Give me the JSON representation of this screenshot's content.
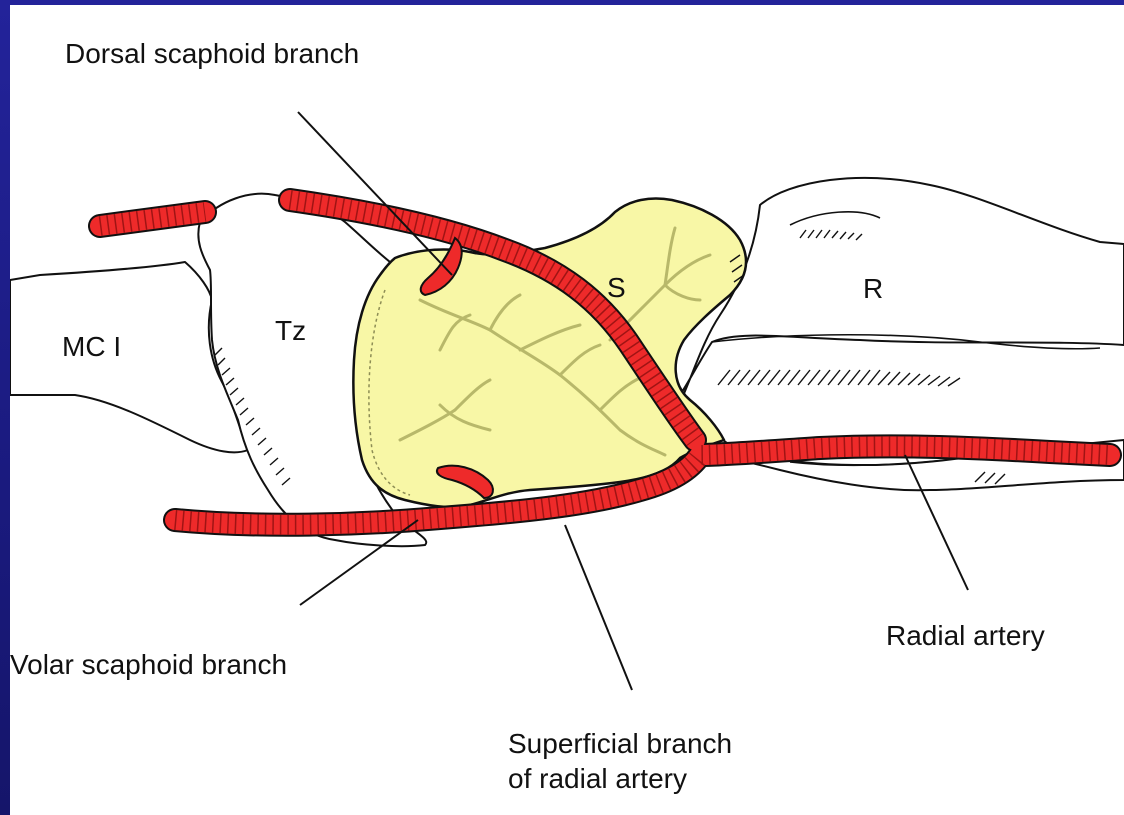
{
  "labels": {
    "dorsal_scaphoid_branch": "Dorsal scaphoid branch",
    "volar_scaphoid_branch": "Volar scaphoid branch",
    "radial_artery": "Radial artery",
    "superficial_branch_line1": "Superficial branch",
    "superficial_branch_line2": "of radial artery",
    "mc1": "MC I",
    "tz": "Tz",
    "s": "S",
    "r": "R"
  },
  "colors": {
    "frame": "#1c1c86",
    "background": "#ffffff",
    "scaphoid_fill": "#f8f7a6",
    "artery": "#ee2a2a",
    "artery_dark": "#b01818",
    "outline": "#111111"
  }
}
